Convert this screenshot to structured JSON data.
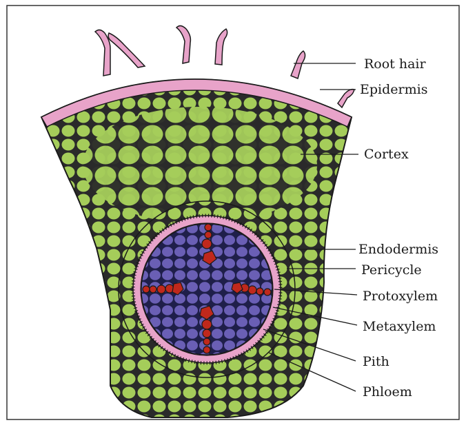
{
  "diagram": {
    "labels": {
      "root_hair": "Root hair",
      "epidermis": "Epidermis",
      "cortex": "Cortex",
      "endodermis": "Endodermis",
      "pericycle": "Pericycle",
      "protoxylem": "Protoxylem",
      "metaxylem": "Metaxylem",
      "pith": "Pith",
      "phloem": "Phloem"
    },
    "colors": {
      "cortex_cell": "#a5cd5a",
      "epidermis": "#e8a3c9",
      "pith_cell": "#6a5fb5",
      "xylem": "#c0281c",
      "outline": "#1a1a1a"
    }
  }
}
